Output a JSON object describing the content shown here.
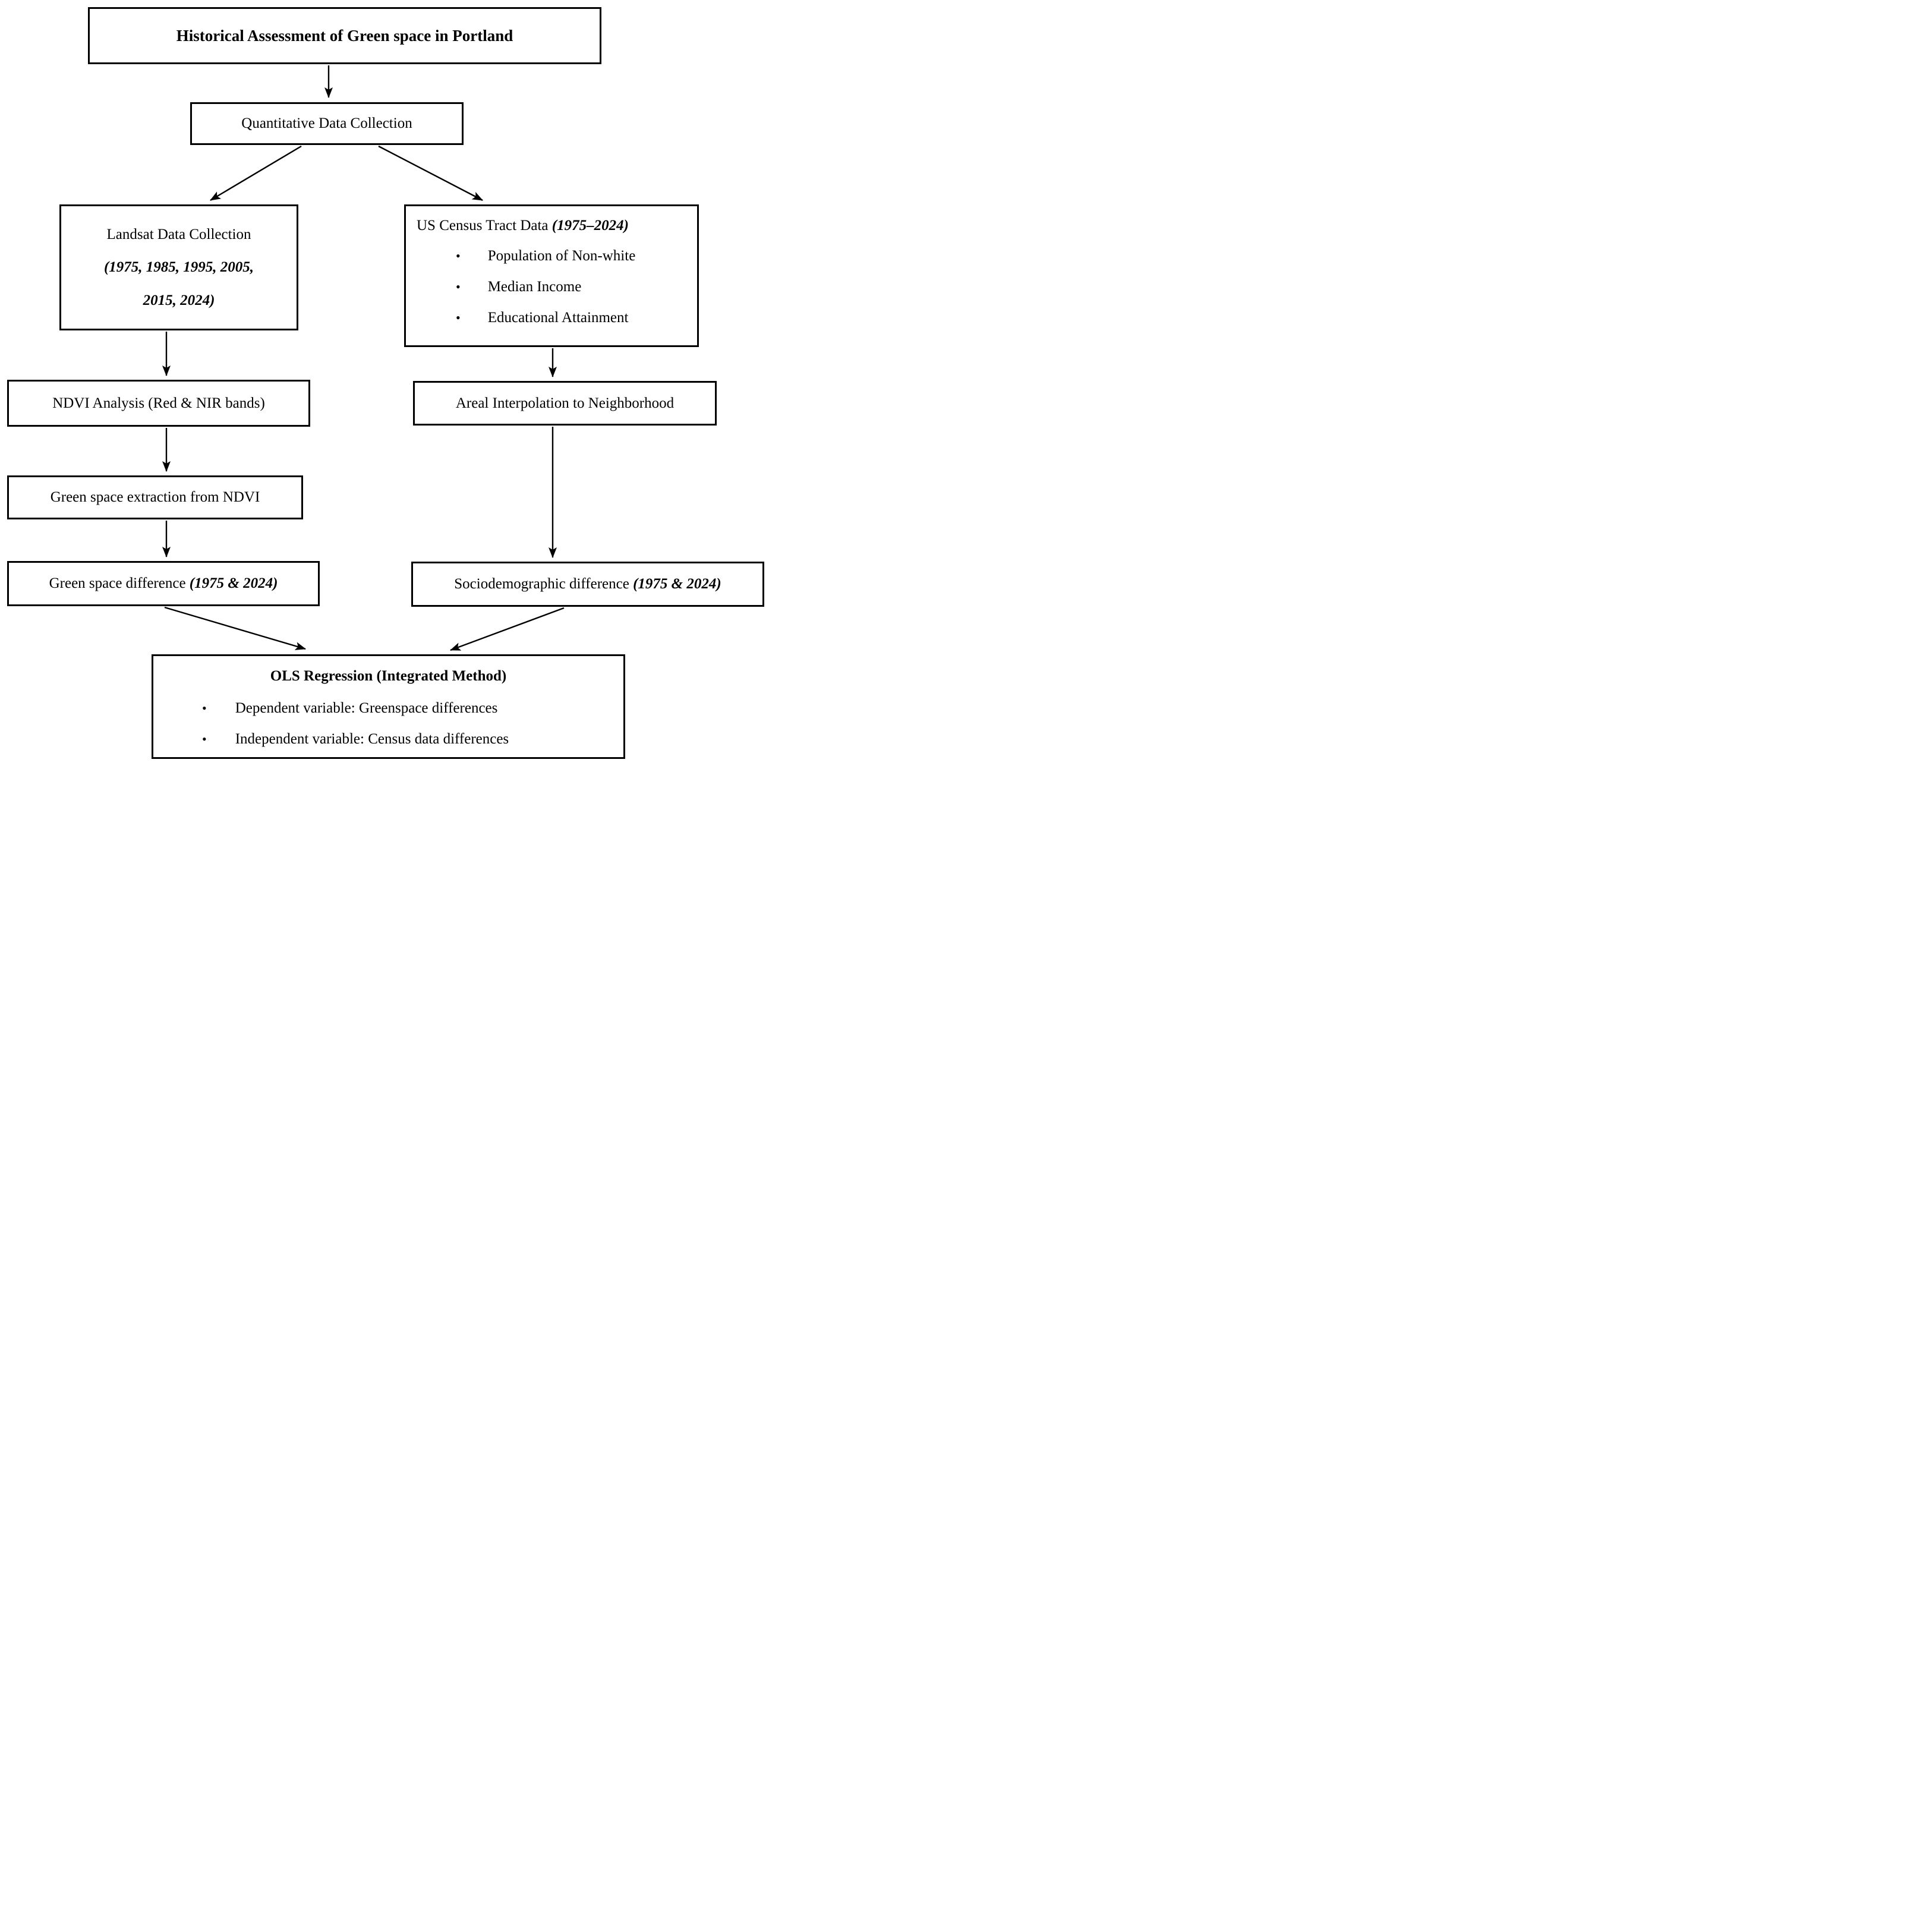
{
  "diagram": {
    "bullet_glyph": "•",
    "colors": {
      "line": "#000000",
      "box_border": "#000000",
      "box_background": "#ffffff",
      "text": "#000000"
    },
    "boxes": {
      "title": {
        "text": "Historical Assessment of Green space in Portland"
      },
      "quantitative": {
        "text": "Quantitative Data Collection"
      },
      "landsat": {
        "line1": "Landsat Data Collection",
        "line2": "(1975, 1985, 1995, 2005,",
        "line3": "2015, 2024)"
      },
      "census": {
        "title_normal": "US Census Tract Data ",
        "title_emphasis": "(1975–2024)",
        "bullets": [
          "Population of Non-white",
          "Median Income",
          "Educational Attainment"
        ]
      },
      "ndvi": {
        "text": "NDVI Analysis (Red & NIR bands)"
      },
      "areal": {
        "text": "Areal Interpolation to Neighborhood"
      },
      "extraction": {
        "text": "Green space extraction from NDVI"
      },
      "green_diff": {
        "text_normal": "Green space difference ",
        "text_emphasis": "(1975 & 2024)"
      },
      "socio_diff": {
        "text_normal": "Sociodemographic difference ",
        "text_emphasis": "(1975 & 2024)"
      },
      "ols": {
        "title": "OLS Regression (Integrated Method)",
        "bullets": [
          "Dependent variable: Greenspace differences",
          "Independent variable: Census data differences"
        ]
      }
    }
  }
}
